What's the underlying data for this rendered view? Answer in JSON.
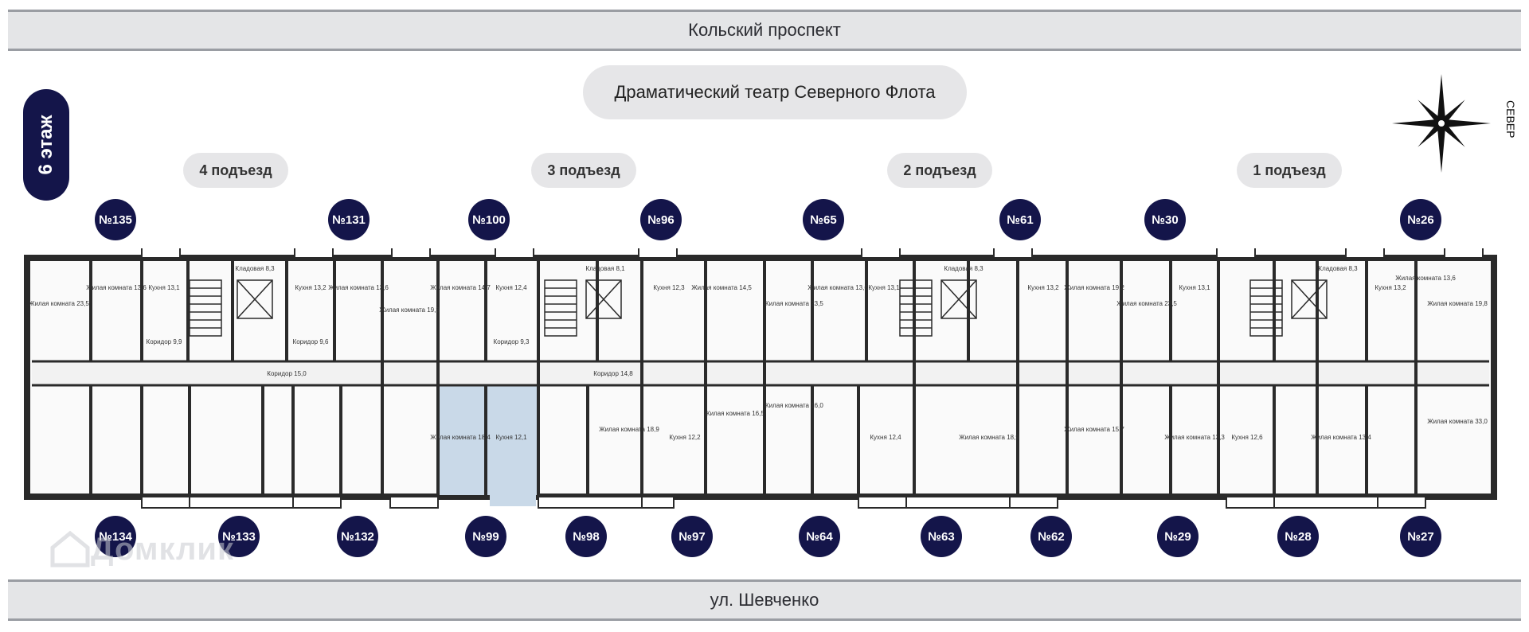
{
  "streets": {
    "top": "Кольский проспект",
    "bottom": "ул. Шевченко"
  },
  "landmark": "Драматический театр Северного Флота",
  "floor": "6 этаж",
  "entrances": [
    "4 подъезд",
    "3 подъезд",
    "2 подъезд",
    "1 подъезд"
  ],
  "compass_label": "СЕВЕР",
  "watermark": "Домклик",
  "apartments_top": [
    "№135",
    "№131",
    "№100",
    "№96",
    "№65",
    "№61",
    "№30",
    "№26"
  ],
  "apartments_bottom": [
    "№134",
    "№133",
    "№132",
    "№99",
    "№98",
    "№97",
    "№64",
    "№63",
    "№62",
    "№29",
    "№28",
    "№27"
  ],
  "highlighted_apartment": "№99",
  "colors": {
    "navy": "#14154a",
    "wall": "#2a2a2a",
    "highlight": "#c9d9e8",
    "pill": "#e6e6e8"
  },
  "rooms": [
    "Жилая комната 23,5",
    "Жилая комната 13,6",
    "Кухня 13,1",
    "Кладовая 8,3",
    "Кухня 13,2",
    "Жилая комната 13,6",
    "Жилая комната 19,3",
    "Жилая комната 14,7",
    "Кухня 12,4",
    "Кладовая 8,1",
    "Кухня 12,3",
    "Жилая комната 14,5",
    "Жилая комната 23,5",
    "Жилая комната 13,6",
    "Кухня 13,1",
    "Кладовая 8,3",
    "Кухня 13,2",
    "Жилая комната 19,2",
    "Жилая комната 23,5",
    "Кухня 13,1",
    "Кладовая 8,3",
    "Кухня 13,2",
    "Жилая комната 13,6",
    "Жилая комната 19,8",
    "Коридор 9,9",
    "Коридор 9,6",
    "Коридор 9,3",
    "Коридор 15,0",
    "Коридор 14,8",
    "Жилая комната 18,4",
    "Кухня 12,1",
    "Жилая комната 18,9",
    "Кухня 12,2",
    "Жилая комната 16,5",
    "Жилая комната 16,0",
    "Кухня 12,4",
    "Жилая комната 18,9",
    "Жилая комната 15,7",
    "Жилая комната 13,3",
    "Кухня 12,6",
    "Жилая комната 13,4",
    "Жилая комната 33,0"
  ]
}
